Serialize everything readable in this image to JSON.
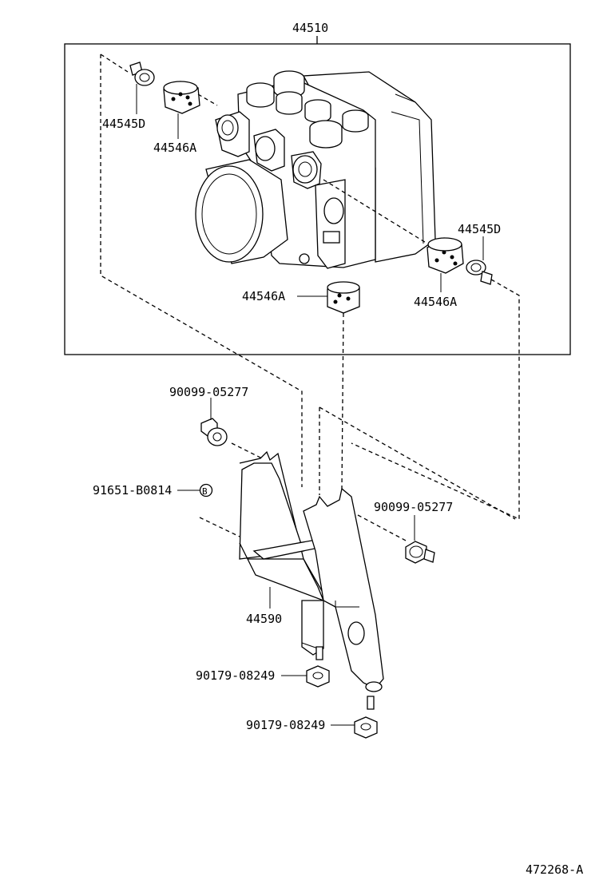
{
  "labels": {
    "assembly": "44510",
    "damper_d_upper": "44545D",
    "cushion_a_upper": "44546A",
    "damper_d_right": "44545D",
    "cushion_a_right": "44546A",
    "cushion_a_bottom": "44546A",
    "bolt_upper": "90099-05277",
    "bolt_right": "90099-05277",
    "bolt_marked": "91651-B0814",
    "bolt_marker": "B",
    "bracket": "44590",
    "nut_upper": "90179-08249",
    "nut_lower": "90179-08249",
    "figure_number": "472268-A"
  }
}
